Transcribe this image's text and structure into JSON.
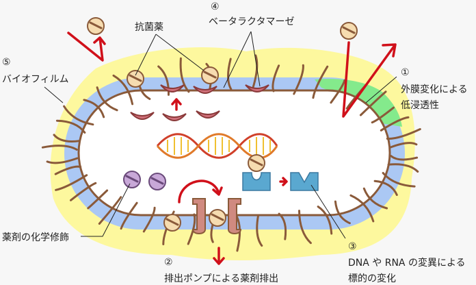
{
  "labels": {
    "antibiotic": "抗菌薬",
    "beta_num": "④",
    "beta_lactamase": "ベータラクタマーゼ",
    "biofilm_num": "⑤",
    "biofilm": "バイオフィルム",
    "outer_num": "①",
    "outer_line1": "外膜変化による",
    "outer_line2": "低浸透性",
    "chem_mod": "薬剤の化学修飾",
    "target_num": "③",
    "target_line1": "DNA や RNA の変異による",
    "target_line2": "標的の変化",
    "efflux_num": "②",
    "efflux": "排出ポンプによる薬剤排出"
  },
  "colors": {
    "background": "#f7f7f7",
    "biofilm": "#fdf89e",
    "membrane": "#abc8f4",
    "altered_membrane": "#84ea8c",
    "cell_wall": "#8a5a3a",
    "arrow": "#d0101a",
    "enzyme": "#d0707a",
    "pill": "#f6dcb0",
    "modified_pill": "#c8a8d8",
    "target": "#5aa8d0"
  }
}
